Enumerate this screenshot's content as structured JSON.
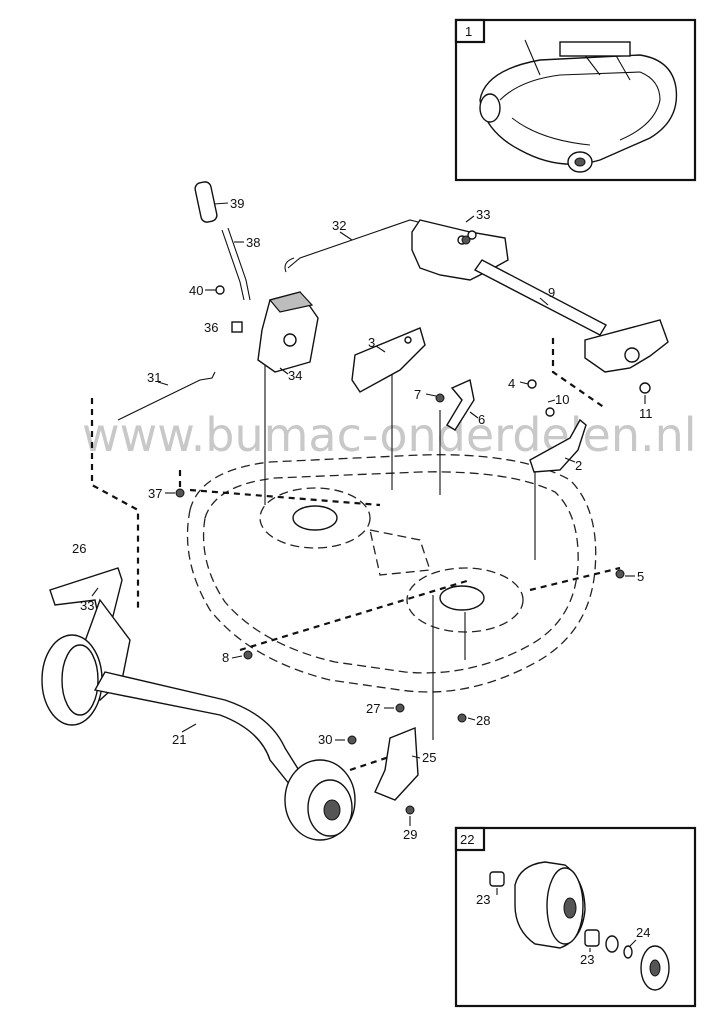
{
  "watermark": "www.bumac-onderdelen.nl",
  "insets": [
    {
      "label": "1"
    },
    {
      "label": "22"
    }
  ],
  "callouts": [
    "39",
    "38",
    "32",
    "33",
    "40",
    "9",
    "36",
    "34",
    "3",
    "31",
    "4",
    "7",
    "10",
    "6",
    "11",
    "2",
    "37",
    "26",
    "33",
    "5",
    "8",
    "27",
    "28",
    "21",
    "30",
    "25",
    "29",
    "23",
    "23",
    "24"
  ]
}
